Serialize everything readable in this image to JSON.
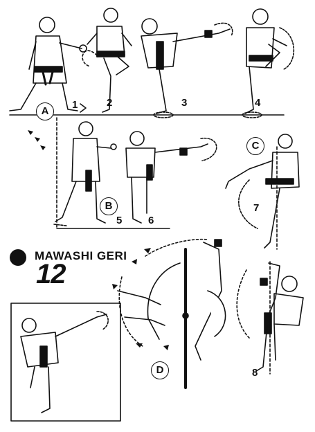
{
  "heading": {
    "title": "MAWASHI GERI",
    "number": "12"
  },
  "sections": {
    "a": "A",
    "b": "B",
    "c": "C",
    "d": "D"
  },
  "steps": [
    "1",
    "2",
    "3",
    "4",
    "5",
    "6",
    "7",
    "8"
  ],
  "colors": {
    "ink": "#111111",
    "paper": "#ffffff"
  }
}
